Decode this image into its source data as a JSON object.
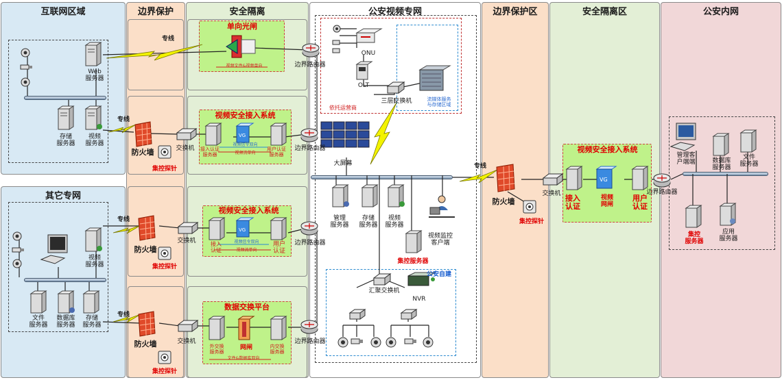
{
  "zones": {
    "internet": "互联网区域",
    "border1": "边界保护",
    "isolation1": "安全隔离",
    "police_video": "公安视频专网",
    "border2": "边界保护区",
    "isolation2": "安全隔离区",
    "police_intranet": "公安内网",
    "other": "其它专网"
  },
  "labels": {
    "web_server": "Web\n服务器",
    "storage_server": "存储\n服务器",
    "video_server": "视频\n服务器",
    "file_server": "文件\n服务器",
    "db_server": "数据库\n服务器",
    "mgmt_server": "管理\n服务器",
    "firewall": "防火墙",
    "probe": "集控探针",
    "switch": "交换机",
    "border_router": "边界路由器",
    "dedicated_line": "专线",
    "one_way_gate": "单向光闸",
    "one_way_note": "视频文件&视频单向",
    "video_access_system": "视频安全接入系统",
    "access_auth_server": "接入认证\n服务器",
    "user_auth_server": "用户认证\n服务器",
    "video_signal": "视频信令双向",
    "video_stream": "视频流单向",
    "access_auth": "接入\n认证",
    "user_auth": "用户\n认证",
    "data_exchange": "数据交换平台",
    "outer_exchange": "外交换\n服务器",
    "gatekeeper": "网闸",
    "inner_exchange": "内交换\n服务器",
    "file_data_note": "文件&数据库双向",
    "onu": "ONU",
    "olt": "OLT",
    "l3_switch": "三层交换机",
    "stream_media": "流媒体服务\n与存储区域",
    "operator": "依托运营商",
    "big_screen": "大屏幕",
    "video_monitor": "视频监控\n客户端",
    "control_server": "集控服务器",
    "police_self": "公安自建",
    "agg_switch": "汇聚交换机",
    "nvr": "NVR",
    "video_net": "视频\n网闸",
    "mgmt_client": "管理客\n户端端",
    "db_server_sc": "数据库\n服务器",
    "control_server_sc": "集控\n服务器",
    "app_server": "应用\n服务器",
    "vg": "VG"
  },
  "colors": {
    "internet_zone": "#d8e9f4",
    "border_zone": "#fbdfc8",
    "isolation_zone": "#e3efd6",
    "intranet_zone": "#f1d7d8",
    "green_box": "#bff28a",
    "red_text": "#e00000",
    "lightning": "#f0f000"
  },
  "icons": [
    "camera-icon",
    "server-icon",
    "firewall-icon",
    "router-icon",
    "switch-icon",
    "monitor-icon",
    "lightning-icon",
    "gatekeeper-icon",
    "probe-icon"
  ]
}
